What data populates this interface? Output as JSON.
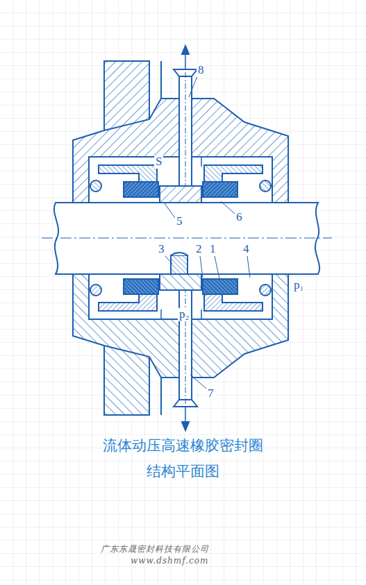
{
  "diagram": {
    "title": "流体动压高速橡胶密封圈 结构平面图",
    "labels": [
      "8",
      "S",
      "5",
      "6",
      "3",
      "2",
      "1",
      "4",
      "p₁",
      "p₂",
      "7",
      "广东东晟密封科技有限公司",
      "www.dshmf.com"
    ]
  }
}
